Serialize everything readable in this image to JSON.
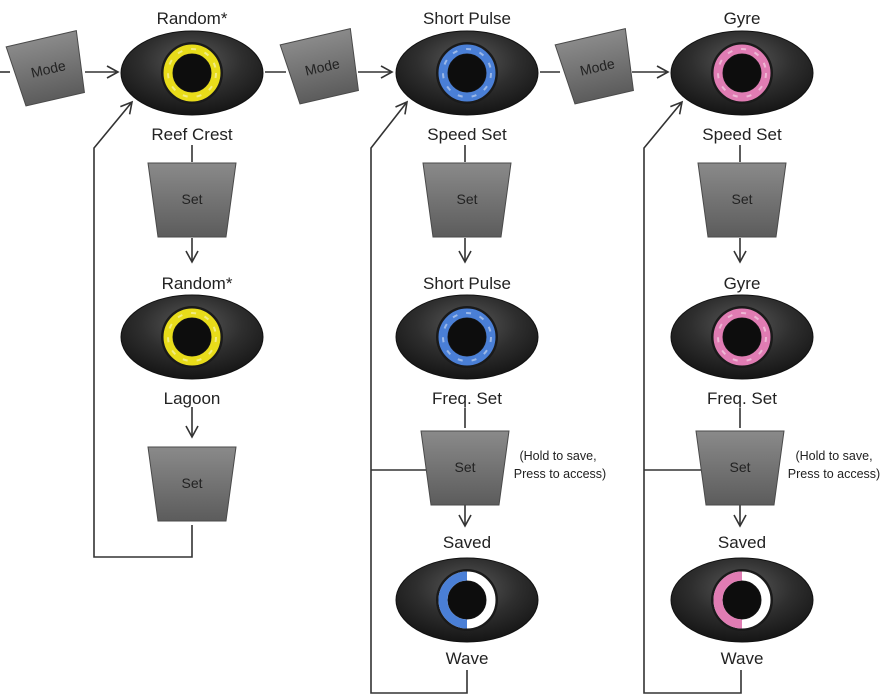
{
  "buttons": {
    "mode": "Mode",
    "set": "Set"
  },
  "columns": [
    {
      "top_label": "Random*",
      "set1_label": "Reef Crest",
      "mid_label": "Random*",
      "set2_label": "Lagoon",
      "ring_color": "yellow"
    },
    {
      "top_label": "Short Pulse",
      "set1_label": "Speed Set",
      "mid_label": "Short Pulse",
      "set2_label": "Freq. Set",
      "hold_note_line1": "(Hold to save,",
      "hold_note_line2": "Press to access)",
      "saved_label": "Saved",
      "bottom_label": "Wave",
      "ring_color": "blue"
    },
    {
      "top_label": "Gyre",
      "set1_label": "Speed Set",
      "mid_label": "Gyre",
      "set2_label": "Freq. Set",
      "hold_note_line1": "(Hold to save,",
      "hold_note_line2": "Press to access)",
      "saved_label": "Saved",
      "bottom_label": "Wave",
      "ring_color": "pink"
    }
  ],
  "colors": {
    "yellow": "#e8dc1a",
    "blue": "#4a7fd6",
    "pink": "#e07cb3",
    "button": "#6e6e6e",
    "controller": "#2b2b2b",
    "line": "#333333"
  }
}
